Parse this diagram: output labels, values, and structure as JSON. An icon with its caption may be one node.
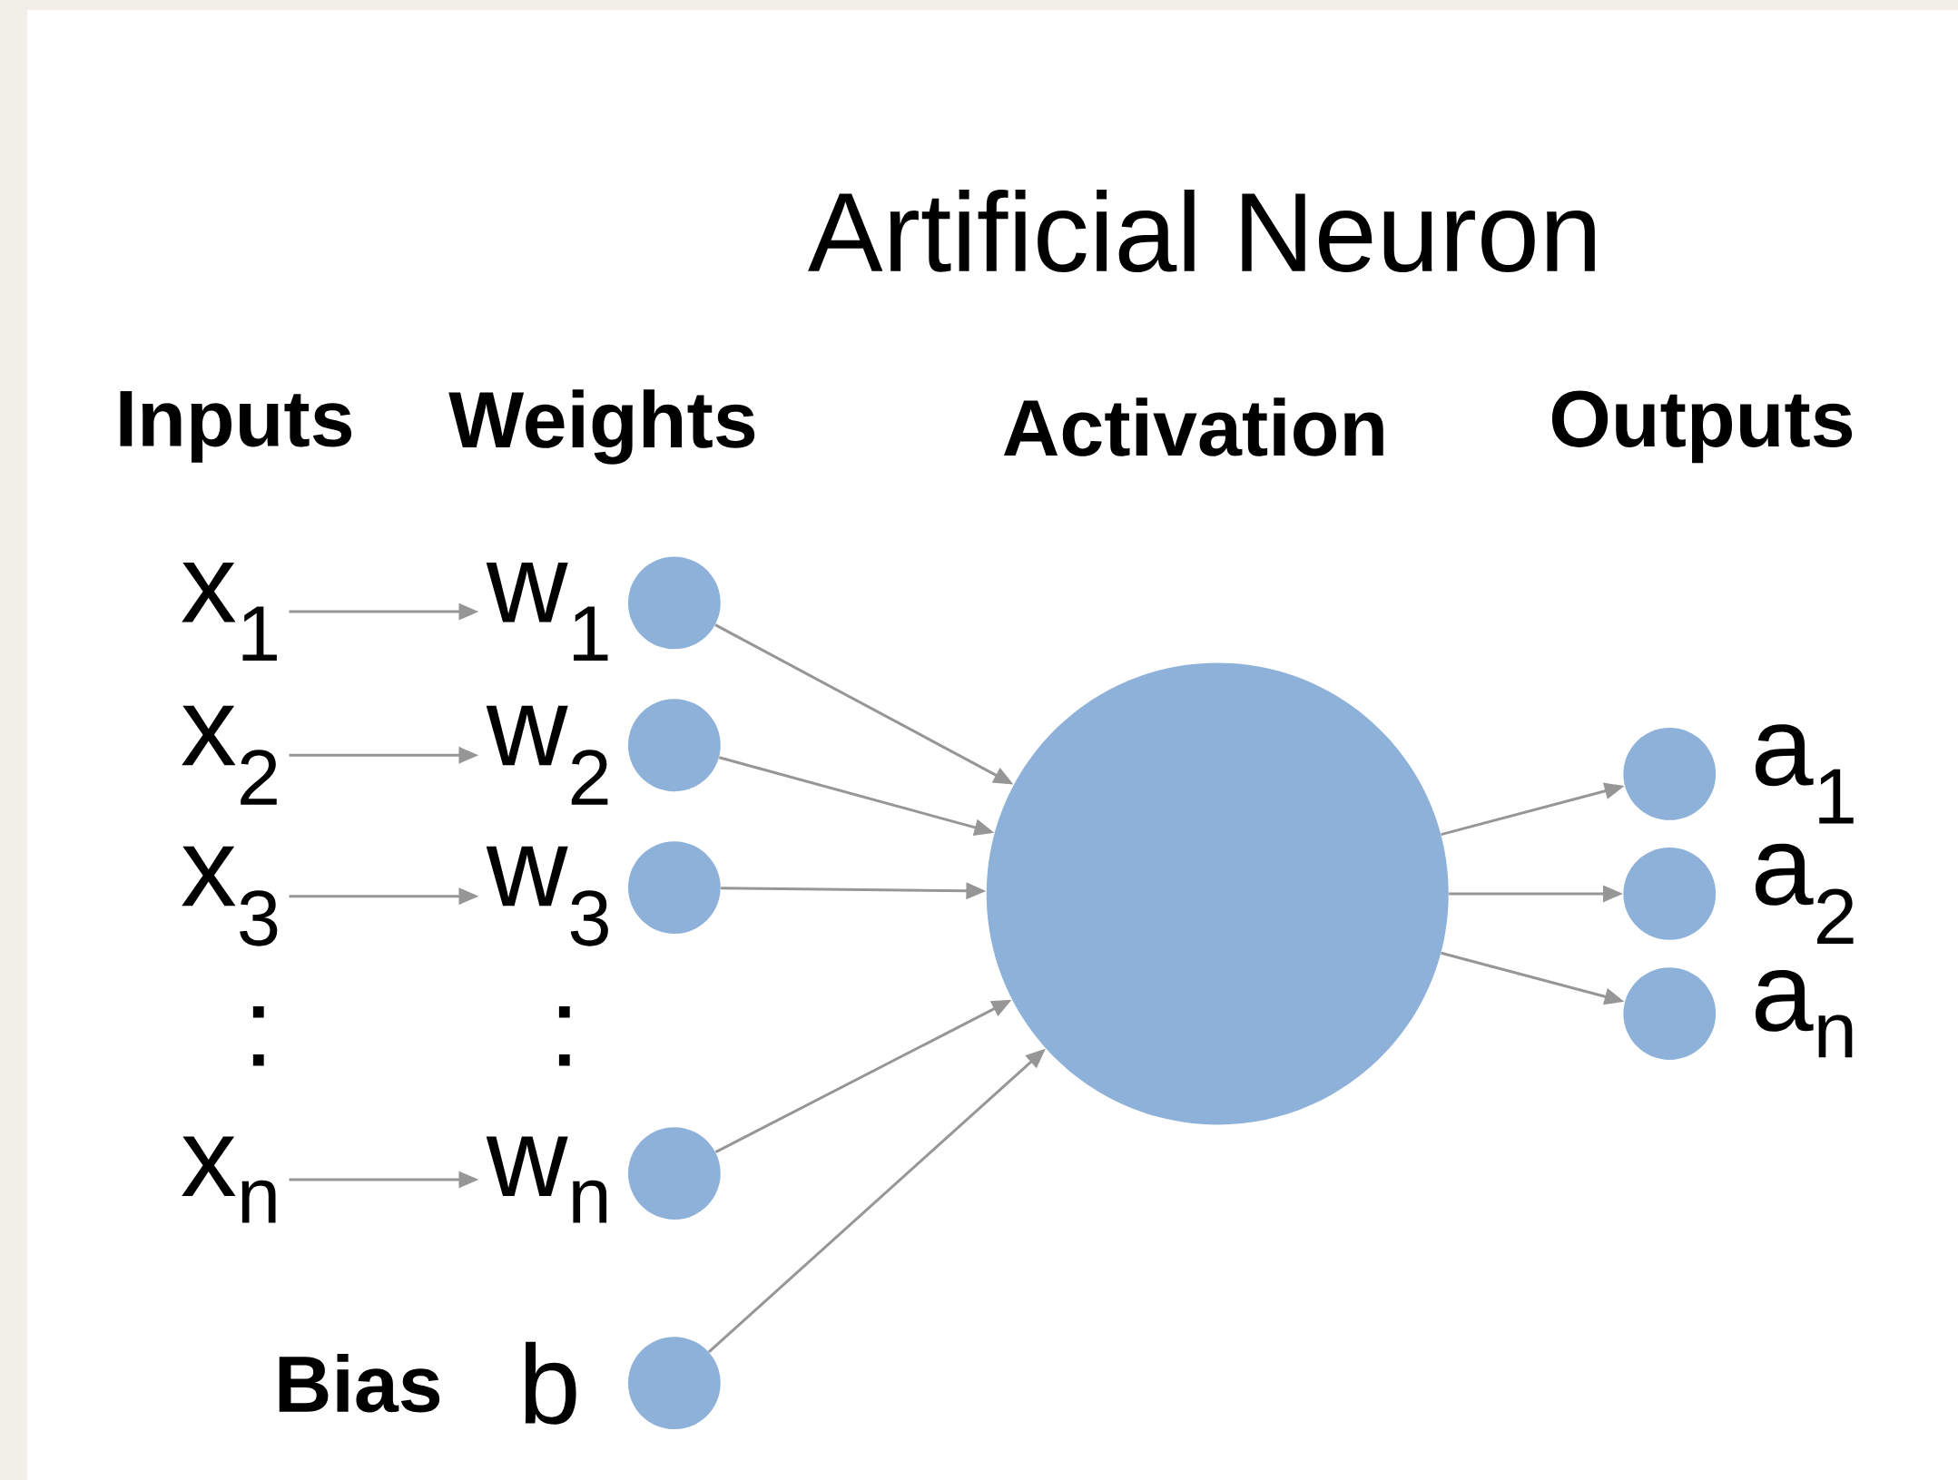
{
  "diagram": {
    "title": "Artificial Neuron",
    "nodes": [
      {
        "text": [
          "x$_{1}$"
        ]
      },
      {
        "text": [
          "w$_{1}$"
        ]
      },
      {
        "text": [
          "x$_{2}$"
        ]
      },
      {
        "text": [
          "w$_{2}$"
        ]
      },
      {
        "text": [
          "x$_{3}$"
        ]
      },
      {
        "text": [
          "w$_{3}$"
        ]
      },
      {
        "text": [
          "x$_{n}$"
        ]
      },
      {
        "text": [
          "w$_{n}$"
        ]
      },
      {
        "text": [],
        "shape": "circle"
      },
      {
        "text": [],
        "shape": "circle"
      },
      {
        "text": [],
        "shape": "circle"
      },
      {
        "text": [],
        "shape": "circle"
      },
      {
        "text": [],
        "shape": "circle",
        "beside": [
          "b"
        ]
      },
      {
        "text": [],
        "shape": "circle"
      },
      {
        "text": [],
        "shape": "circle",
        "beside": [
          "a$_{1}$"
        ]
      },
      {
        "text": [],
        "shape": "circle",
        "beside": [
          "a$_{2}$"
        ]
      },
      {
        "text": [],
        "shape": "circle",
        "beside": [
          "a$_{n}$"
        ]
      }
    ],
    "edges": [
      {
        "from": 0,
        "to": 1,
        "arrow": "to"
      },
      {
        "from": 2,
        "to": 3,
        "arrow": "to"
      },
      {
        "from": 4,
        "to": 5,
        "arrow": "to"
      },
      {
        "from": 6,
        "to": 7,
        "arrow": "to"
      },
      {
        "from": 8,
        "to": 13,
        "arrow": "to"
      },
      {
        "from": 9,
        "to": 13,
        "arrow": "to"
      },
      {
        "from": 10,
        "to": 13,
        "arrow": "to"
      },
      {
        "from": 11,
        "to": 13,
        "arrow": "to"
      },
      {
        "from": 12,
        "to": 13,
        "arrow": "to"
      },
      {
        "from": 13,
        "to": 14,
        "arrow": "to"
      },
      {
        "from": 13,
        "to": 15,
        "arrow": "to"
      },
      {
        "from": 13,
        "to": 16,
        "arrow": "to"
      }
    ],
    "labels": [
      "Inputs",
      "Weights",
      "Activation",
      "Outputs",
      ":",
      ":",
      "Bias"
    ]
  }
}
